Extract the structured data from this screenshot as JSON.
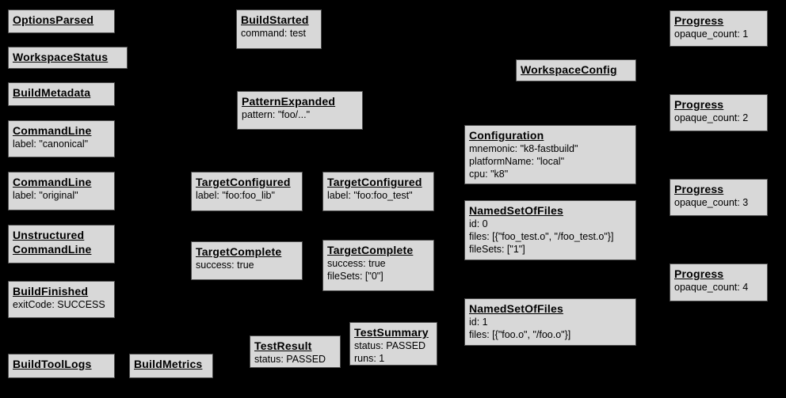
{
  "theme": {
    "background": "#000000",
    "node_fill": "#d8d8d8",
    "node_border": "#4d4d4d",
    "text_color": "#000000"
  },
  "diagram_type": "build-event-protocol-graph",
  "nodes": [
    {
      "title": "OptionsParsed",
      "lines": []
    },
    {
      "title": "WorkspaceStatus",
      "lines": []
    },
    {
      "title": "BuildMetadata",
      "lines": []
    },
    {
      "title": "CommandLine",
      "lines": [
        "label: \"canonical\""
      ]
    },
    {
      "title": "CommandLine",
      "lines": [
        "label: \"original\""
      ]
    },
    {
      "title": "Unstructured CommandLine",
      "lines": []
    },
    {
      "title": "BuildFinished",
      "lines": [
        "exitCode: SUCCESS"
      ]
    },
    {
      "title": "BuildToolLogs",
      "lines": []
    },
    {
      "title": "BuildMetrics",
      "lines": []
    },
    {
      "title": "BuildStarted",
      "lines": [
        "command: test"
      ]
    },
    {
      "title": "PatternExpanded",
      "lines": [
        "pattern: \"foo/...\""
      ]
    },
    {
      "title": "TargetConfigured",
      "lines": [
        "label: \"foo:foo_lib\""
      ]
    },
    {
      "title": "TargetConfigured",
      "lines": [
        "label: \"foo:foo_test\""
      ]
    },
    {
      "title": "TargetComplete",
      "lines": [
        "success: true"
      ]
    },
    {
      "title": "TargetComplete",
      "lines": [
        "success: true",
        "fileSets: [\"0\"]"
      ]
    },
    {
      "title": "TestResult",
      "lines": [
        "status: PASSED"
      ]
    },
    {
      "title": "TestSummary",
      "lines": [
        "status: PASSED",
        "runs: 1"
      ]
    },
    {
      "title": "WorkspaceConfig",
      "lines": []
    },
    {
      "title": "Configuration",
      "lines": [
        "mnemonic: \"k8-fastbuild\"",
        "platformName: \"local\"",
        "cpu: \"k8\""
      ]
    },
    {
      "title": "NamedSetOfFiles",
      "lines": [
        "id: 0",
        "files: [{\"foo_test.o\", \"/foo_test.o\"}]",
        "fileSets: [\"1\"]"
      ]
    },
    {
      "title": "NamedSetOfFiles",
      "lines": [
        "id: 1",
        "files: [{\"foo.o\", \"/foo.o\"}]"
      ]
    },
    {
      "title": "Progress",
      "lines": [
        "opaque_count: 1"
      ]
    },
    {
      "title": "Progress",
      "lines": [
        "opaque_count: 2"
      ]
    },
    {
      "title": "Progress",
      "lines": [
        "opaque_count: 3"
      ]
    },
    {
      "title": "Progress",
      "lines": [
        "opaque_count: 4"
      ]
    }
  ]
}
